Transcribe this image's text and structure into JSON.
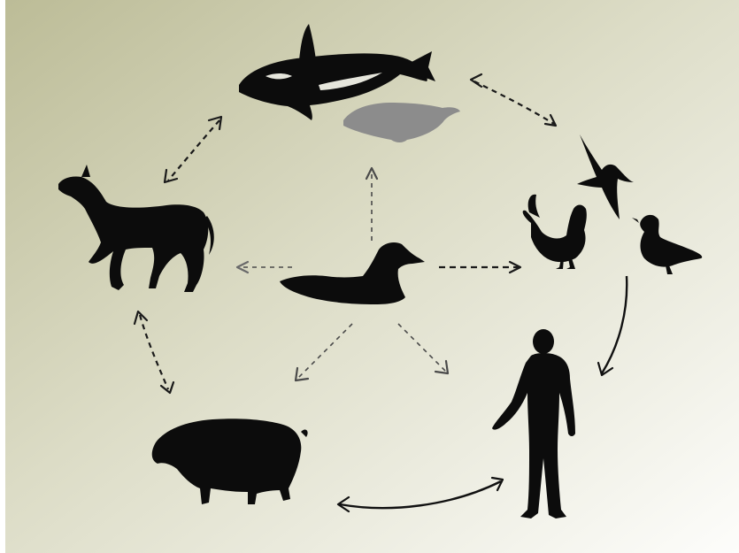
{
  "diagram": {
    "type": "animal-host-transmission-cycle",
    "center_node": "duck-waterfowl",
    "nodes": [
      {
        "id": "whale",
        "icon": "orca-icon"
      },
      {
        "id": "seal",
        "icon": "seal-icon",
        "color": "#8c8c8c"
      },
      {
        "id": "birds",
        "icon": "bird-icon"
      },
      {
        "id": "chicken",
        "icon": "rooster-icon"
      },
      {
        "id": "duckling",
        "icon": "duck-icon"
      },
      {
        "id": "human",
        "icon": "human-icon"
      },
      {
        "id": "pig",
        "icon": "pig-icon"
      },
      {
        "id": "horse",
        "icon": "horse-icon"
      },
      {
        "id": "duck-waterfowl",
        "icon": "duck-icon"
      }
    ],
    "links": [
      {
        "from": "whale",
        "to": "birds",
        "style": "dashed",
        "direction": "both"
      },
      {
        "from": "whale",
        "to": "horse",
        "style": "dashed",
        "direction": "both"
      },
      {
        "from": "horse",
        "to": "pig",
        "style": "dashed",
        "direction": "both"
      },
      {
        "from": "pig",
        "to": "human",
        "style": "solid",
        "direction": "both"
      },
      {
        "from": "birds",
        "to": "human",
        "style": "solid",
        "direction": "one-way"
      },
      {
        "from": "duck-waterfowl",
        "to": "seal",
        "style": "dashed",
        "direction": "one-way"
      },
      {
        "from": "duck-waterfowl",
        "to": "horse",
        "style": "dashed",
        "direction": "one-way"
      },
      {
        "from": "duck-waterfowl",
        "to": "chicken",
        "style": "dashed",
        "direction": "one-way"
      },
      {
        "from": "duck-waterfowl",
        "to": "pig",
        "style": "dashed",
        "direction": "one-way"
      },
      {
        "from": "duck-waterfowl",
        "to": "human",
        "style": "dashed",
        "direction": "one-way"
      }
    ],
    "colors": {
      "background_start": "#c2c29e",
      "background_end": "#fbfbf8",
      "silhouette": "#0c0c0c",
      "seal": "#8c8c8c"
    }
  }
}
